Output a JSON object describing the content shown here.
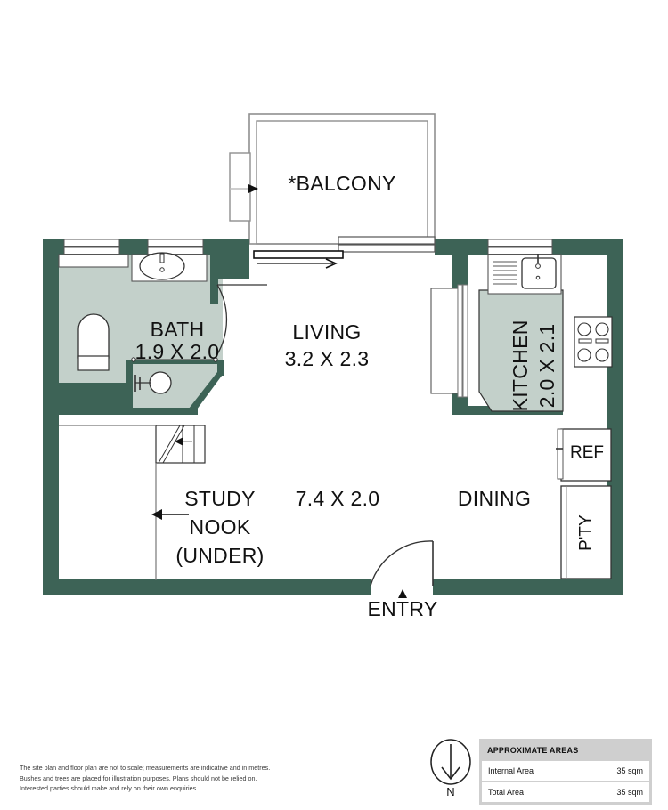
{
  "plan": {
    "rooms": [
      {
        "name": "balcony",
        "label": "*BALCONY"
      },
      {
        "name": "bath",
        "label": "BATH",
        "dims": "1.9 X 2.0"
      },
      {
        "name": "living",
        "label": "LIVING",
        "dims": "3.2 X 2.3"
      },
      {
        "name": "kitchen",
        "label": "KITCHEN",
        "dims": "2.0 X 2.1"
      },
      {
        "name": "dining",
        "label": "DINING",
        "dims": "7.4 X 2.0"
      },
      {
        "name": "study-nook",
        "label_line1": "STUDY",
        "label_line2": "NOOK",
        "label_line3": "(UNDER)"
      },
      {
        "name": "entry",
        "label": "ENTRY"
      },
      {
        "name": "fridge",
        "label": "REF"
      },
      {
        "name": "pantry",
        "label": "P'TY"
      }
    ],
    "labels": {
      "balcony": "*BALCONY",
      "bath": "BATH",
      "bath_dims": "1.9 X 2.0",
      "living": "LIVING",
      "living_dims": "3.2 X 2.3",
      "kitchen": "KITCHEN",
      "kitchen_dims": "2.0 X 2.1",
      "dining": "DINING",
      "dining_dims": "7.4 X 2.0",
      "study_l1": "STUDY",
      "study_l2": "NOOK",
      "study_l3": "(UNDER)",
      "entry": "ENTRY",
      "ref": "REF",
      "pty": "P'TY"
    },
    "colors": {
      "wall": "#3d6356",
      "room_fill": "#c3d0ca",
      "outline": "#555555",
      "text": "#111111",
      "white": "#ffffff"
    }
  },
  "compass": {
    "label": "N",
    "icon": "compass-north-icon"
  },
  "areas": {
    "title": "APPROXIMATE AREAS",
    "rows": [
      {
        "label": "Internal Area",
        "value": "35 sqm"
      },
      {
        "label": "Total Area",
        "value": "35 sqm"
      }
    ]
  },
  "disclaimer": {
    "line1": "The site plan and floor plan are not to scale; measurements are indicative and in metres.",
    "line2": "Bushes and trees are placed for illustration purposes. Plans should not be relied on.",
    "line3": "Interested parties should make and rely on their own enquiries."
  }
}
